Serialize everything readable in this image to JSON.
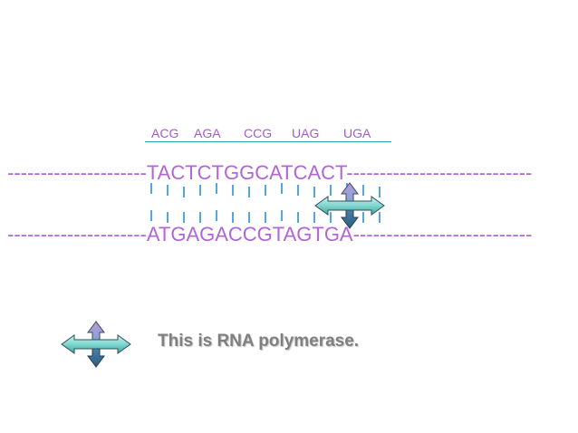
{
  "codons": [
    "ACG",
    "AGA",
    "CCG",
    "UAG",
    "UGA"
  ],
  "dna": {
    "template_strand": "---------------------TACTCTGGCATCACT----------------------------",
    "coding_strand": "---------------------ATGAGACCGTAGTGA---------------------------"
  },
  "legend": {
    "text": "This is RNA polymerase."
  },
  "icons": {
    "enzyme": "four-way-arrow-icon"
  },
  "colors": {
    "strand": "#b266d6",
    "codon_text": "#a45cc4",
    "bond": "#2a8fd6",
    "codon_line": "#2aa4a4",
    "arrow_teal_light": "#c9f2ef",
    "arrow_teal_dark": "#3aa8a0",
    "arrow_top": "#b39ad8",
    "arrow_bottom": "#2d5f82",
    "legend_text": "#808080"
  }
}
